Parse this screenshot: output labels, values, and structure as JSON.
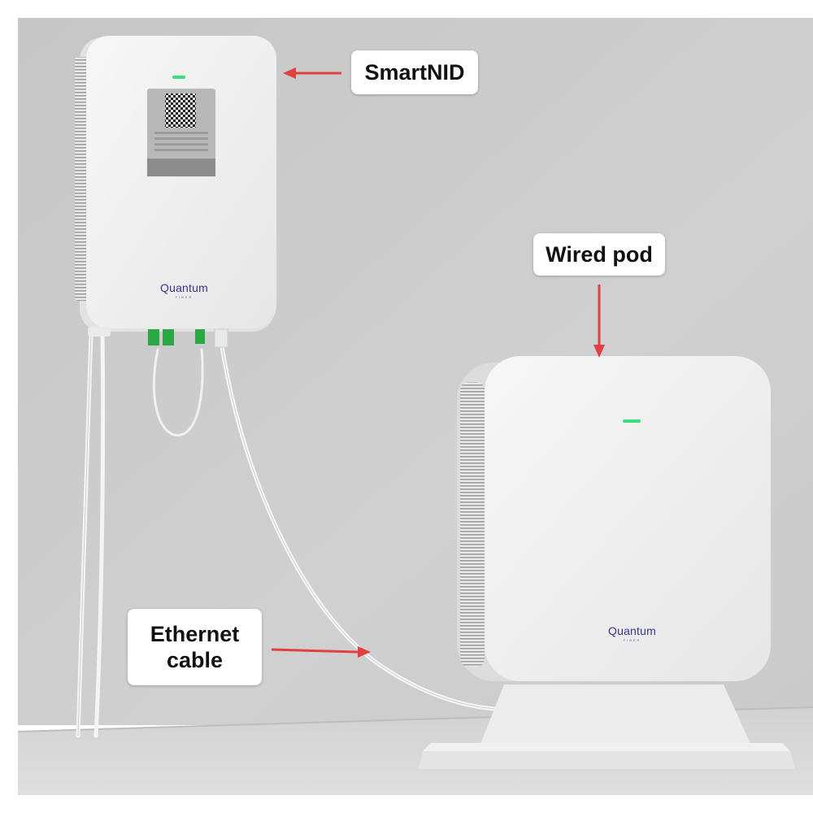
{
  "labels": {
    "smartnid": "SmartNID",
    "wired_pod": "Wired pod",
    "ethernet_line1": "Ethernet",
    "ethernet_line2": "cable"
  },
  "brand": {
    "name": "Quantum",
    "sub": "FIBER"
  },
  "colors": {
    "wall": "#c9c9c9",
    "floor": "#d8d8d8",
    "device": "#f2f2f2",
    "led": "#37e07a",
    "arrow": "#e04040",
    "fiber_connector": "#2aa845"
  }
}
